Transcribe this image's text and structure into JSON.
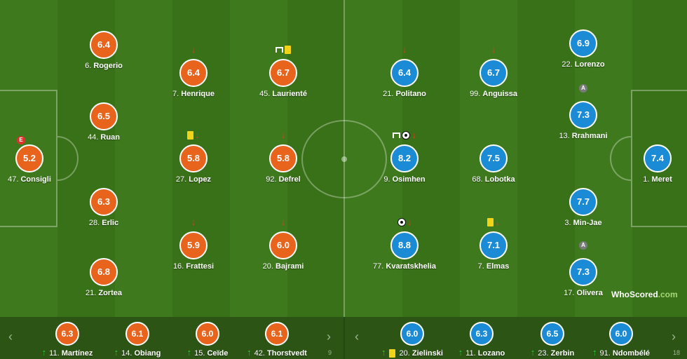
{
  "home_color": "#e8631c",
  "away_color": "#1c8bd6",
  "home_players": [
    {
      "rating": "6.4",
      "num": "6.",
      "name": "Rogerio"
    },
    {
      "rating": "6.5",
      "num": "44.",
      "name": "Ruan"
    },
    {
      "rating": "5.2",
      "num": "47.",
      "name": "Consigli",
      "badge": "E"
    },
    {
      "rating": "6.3",
      "num": "28.",
      "name": "Erlic"
    },
    {
      "rating": "6.8",
      "num": "21.",
      "name": "Zortea"
    },
    {
      "rating": "6.4",
      "num": "7.",
      "name": "Henrique",
      "events": [
        "arrow-down-icon"
      ]
    },
    {
      "rating": "5.8",
      "num": "27.",
      "name": "Lopez",
      "events": [
        "yellow-card-icon",
        "arrow-down-icon"
      ]
    },
    {
      "rating": "5.9",
      "num": "16.",
      "name": "Frattesi",
      "events": [
        "arrow-down-icon"
      ]
    },
    {
      "rating": "6.7",
      "num": "45.",
      "name": "Laurienté",
      "events": [
        "goalpost-icon",
        "yellow-card-icon"
      ]
    },
    {
      "rating": "5.8",
      "num": "92.",
      "name": "Defrel",
      "events": [
        "arrow-down-icon"
      ]
    },
    {
      "rating": "6.0",
      "num": "20.",
      "name": "Bajrami",
      "events": [
        "arrow-down-icon"
      ]
    }
  ],
  "away_players": [
    {
      "rating": "6.4",
      "num": "21.",
      "name": "Politano",
      "events": [
        "arrow-down-icon"
      ]
    },
    {
      "rating": "8.2",
      "num": "9.",
      "name": "Osimhen",
      "events": [
        "goalpost-icon",
        "ball-icon",
        "arrow-down-icon"
      ]
    },
    {
      "rating": "8.8",
      "num": "77.",
      "name": "Kvaratskhelia",
      "events": [
        "ball-icon",
        "arrow-down-icon"
      ]
    },
    {
      "rating": "6.7",
      "num": "99.",
      "name": "Anguissa",
      "events": [
        "arrow-down-icon"
      ]
    },
    {
      "rating": "7.5",
      "num": "68.",
      "name": "Lobotka"
    },
    {
      "rating": "7.1",
      "num": "7.",
      "name": "Elmas",
      "events": [
        "yellow-card-icon",
        "arrow-down-icon"
      ]
    },
    {
      "rating": "6.9",
      "num": "22.",
      "name": "Lorenzo"
    },
    {
      "rating": "7.3",
      "num": "13.",
      "name": "Rrahmani",
      "badge": "A"
    },
    {
      "rating": "7.7",
      "num": "3.",
      "name": "Min-Jae"
    },
    {
      "rating": "7.3",
      "num": "17.",
      "name": "Olivera",
      "badge": "A"
    },
    {
      "rating": "7.4",
      "num": "1.",
      "name": "Meret"
    }
  ],
  "home_subs": [
    {
      "rating": "6.3",
      "num": "11.",
      "name": "Martínez"
    },
    {
      "rating": "6.1",
      "num": "14.",
      "name": "Obiang"
    },
    {
      "rating": "6.0",
      "num": "15.",
      "name": "Ceïde"
    },
    {
      "rating": "6.1",
      "num": "42.",
      "name": "Thorstvedt"
    }
  ],
  "away_subs": [
    {
      "rating": "6.0",
      "num": "20.",
      "name": "Zielinski",
      "card": true
    },
    {
      "rating": "6.3",
      "num": "11.",
      "name": "Lozano"
    },
    {
      "rating": "6.5",
      "num": "23.",
      "name": "Zerbin"
    },
    {
      "rating": "6.0",
      "num": "91.",
      "name": "Ndombélé"
    }
  ],
  "bench_peek": {
    "home": "9",
    "away": "18"
  },
  "nav": {
    "prev": "‹",
    "next": "›"
  },
  "logo": {
    "text": "WhoScored",
    "suffix": ".com"
  }
}
